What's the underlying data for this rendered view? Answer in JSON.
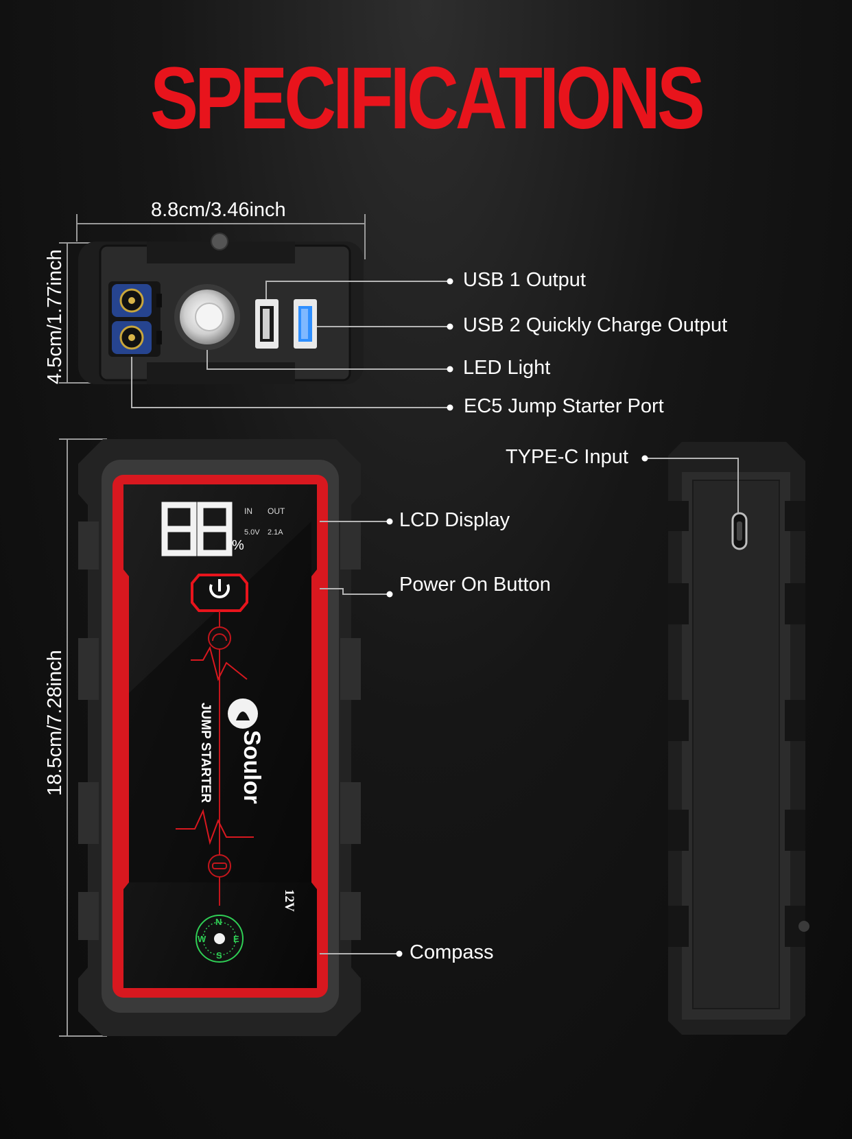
{
  "header": {
    "title": "SPECIFICATIONS"
  },
  "dimensions": {
    "width": "8.8cm/3.46inch",
    "thickness": "4.5cm/1.77inch",
    "height": "18.5cm/7.28inch"
  },
  "callouts": {
    "usb1": "USB 1 Output",
    "usb2": "USB 2 Quickly Charge Output",
    "led": "LED Light",
    "ec5": "EC5 Jump Starter Port",
    "typec": "TYPE-C Input",
    "lcd": "LCD Display",
    "power": "Power On Button",
    "compass": "Compass"
  },
  "device": {
    "lcd_value": "88",
    "lcd_percent": "%",
    "lcd_in": "IN",
    "lcd_out": "OUT",
    "lcd_voltage": "5.0V",
    "lcd_current": "2.1A",
    "brand": "Soulor",
    "product": "JUMP STARTER",
    "voltage": "12V",
    "compass_letters": [
      "N",
      "E",
      "S",
      "W"
    ]
  },
  "colors": {
    "accent_red": "#e8141c",
    "usb2_blue": "#2f8fff",
    "ec5_blue": "#2a4fc8",
    "body": "#262626",
    "compass_green": "#2fcf55"
  }
}
